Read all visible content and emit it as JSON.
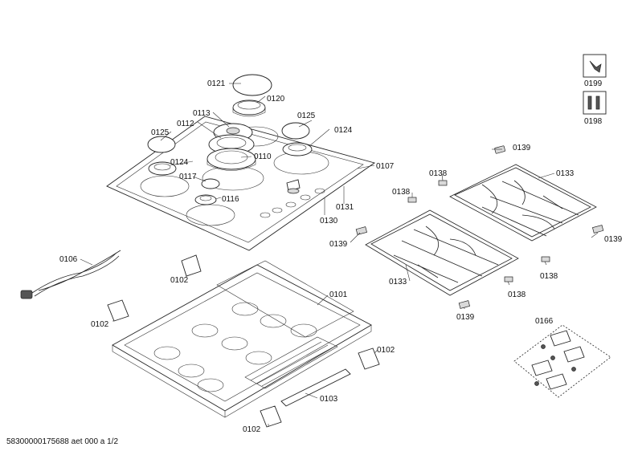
{
  "labels": {
    "l0121": "0121",
    "l0120": "0120",
    "l0113": "0113",
    "l0112": "0112",
    "l0125a": "0125",
    "l0125b": "0125",
    "l0124a": "0124",
    "l0124b": "0124",
    "l0110": "0110",
    "l0117": "0117",
    "l0116": "0116",
    "l0107": "0107",
    "l0131": "0131",
    "l0130": "0130",
    "l0199": "0199",
    "l0198": "0198",
    "l0139a": "0139",
    "l0139b": "0139",
    "l0139c": "0139",
    "l0139d": "0139",
    "l0138a": "0138",
    "l0138b": "0138",
    "l0138c": "0138",
    "l0138d": "0138",
    "l0133a": "0133",
    "l0133b": "0133",
    "l0106": "0106",
    "l0102a": "0102",
    "l0102b": "0102",
    "l0102c": "0102",
    "l0102d": "0102",
    "l0101": "0101",
    "l0103": "0103",
    "l0166": "0166"
  },
  "footer": {
    "doc_id": "58300000175688 aet 000 a 1/2"
  },
  "icons": {
    "tool": "wrench-icon",
    "screws": "screw-set-icon"
  }
}
